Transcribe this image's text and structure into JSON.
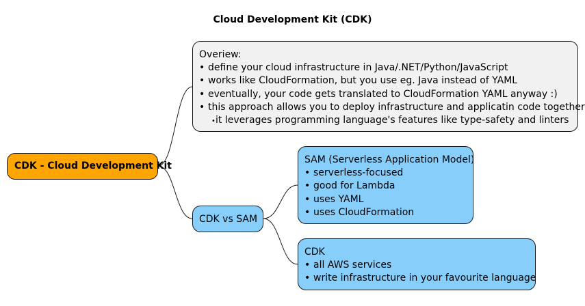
{
  "diagram": {
    "title": "Cloud Development Kit (CDK)",
    "root": {
      "label": "CDK - Cloud Development Kit",
      "color": "#FFA500"
    },
    "overview": {
      "heading": "Overiew:",
      "bullet_glyph": "•",
      "items": [
        "define your cloud infrastructure in Java/.NET/Python/JavaScript",
        "works like CloudFormation, but you use eg. Java instead of YAML",
        "eventually, your code gets translated to CloudFormation YAML anyway :)",
        "this approach allows you to deploy infrastructure and applicatin code together"
      ],
      "subitem": "it leverages programming language's features like type-safety and linters",
      "color": "#F1F1F1"
    },
    "comparison": {
      "label": "CDK vs SAM",
      "color": "#87CEFA"
    },
    "sam": {
      "heading": "SAM (Serverless Application Model)",
      "items": [
        "serverless-focused",
        "good for Lambda",
        "uses YAML",
        "uses CloudFormation"
      ]
    },
    "cdk": {
      "heading": "CDK",
      "items": [
        "all AWS services",
        "write infrastructure in your favourite language"
      ]
    }
  }
}
